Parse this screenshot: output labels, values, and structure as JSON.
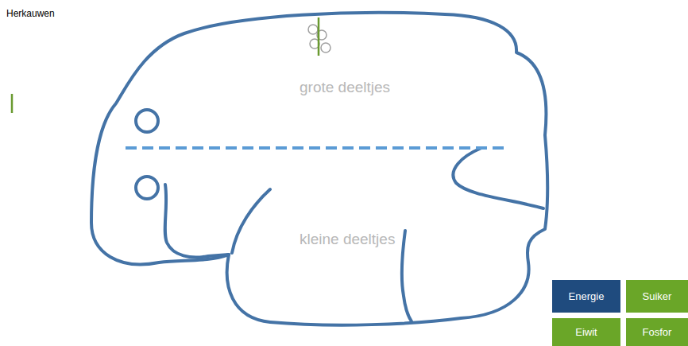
{
  "diagram": {
    "title": "Herkauwen",
    "nodes": [
      {
        "text": [
          "Energie"
        ]
      },
      {
        "text": [
          "Suiker"
        ]
      },
      {
        "text": [
          "Eiwit"
        ]
      },
      {
        "text": [
          "Fosfor"
        ]
      }
    ],
    "labels": [
      "grote deeltjes",
      "kleine deeltjes"
    ]
  }
}
